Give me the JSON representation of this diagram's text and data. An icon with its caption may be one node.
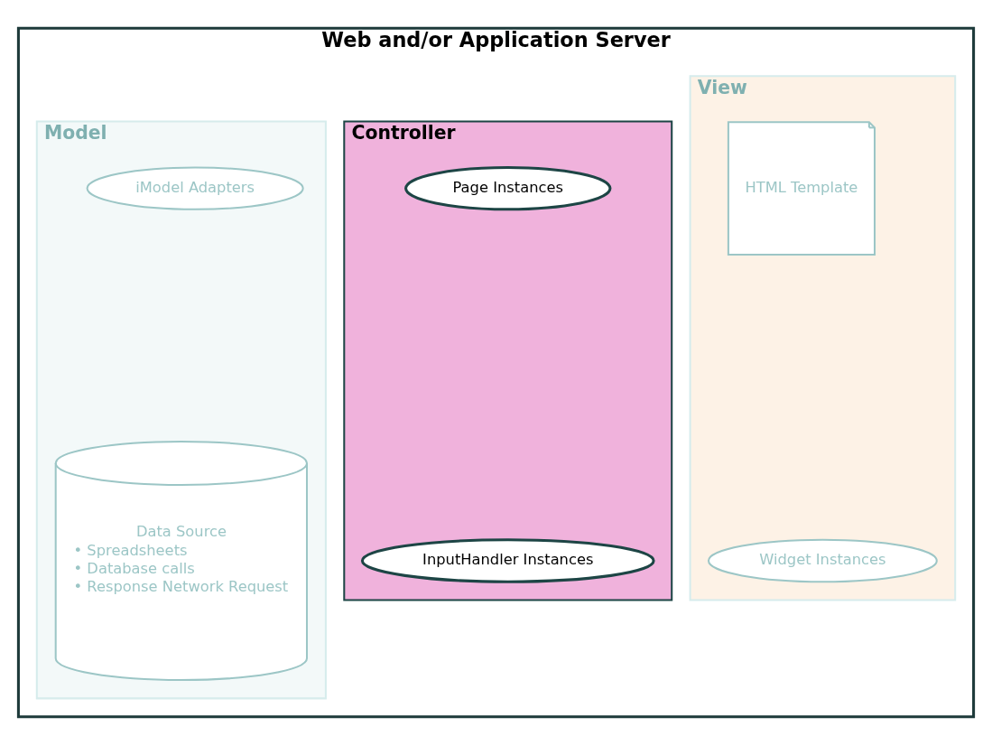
{
  "diagram": {
    "nodes": [
      {
        "text": [
          "Web and/or Application Server"
        ]
      },
      {
        "text": [
          "View"
        ],
        "in": 0
      },
      {
        "text": [
          "HTML Template"
        ],
        "in": 1
      },
      {
        "text": [
          "Widget Instances"
        ],
        "in": 1
      },
      {
        "text": [
          "Controller"
        ],
        "in": 0
      },
      {
        "text": [
          "Page Instances"
        ],
        "in": 4
      },
      {
        "text": [
          "InputHandler Instances"
        ],
        "in": 4
      },
      {
        "text": [
          "Model"
        ],
        "in": 0
      },
      {
        "text": [
          "iModel Adapters"
        ],
        "in": 7
      },
      {
        "text": [
          "Data Source",
          "• Spreadsheets",
          "• Database calls",
          "• Response Network Request"
        ],
        "in": 7
      }
    ],
    "edges": []
  }
}
